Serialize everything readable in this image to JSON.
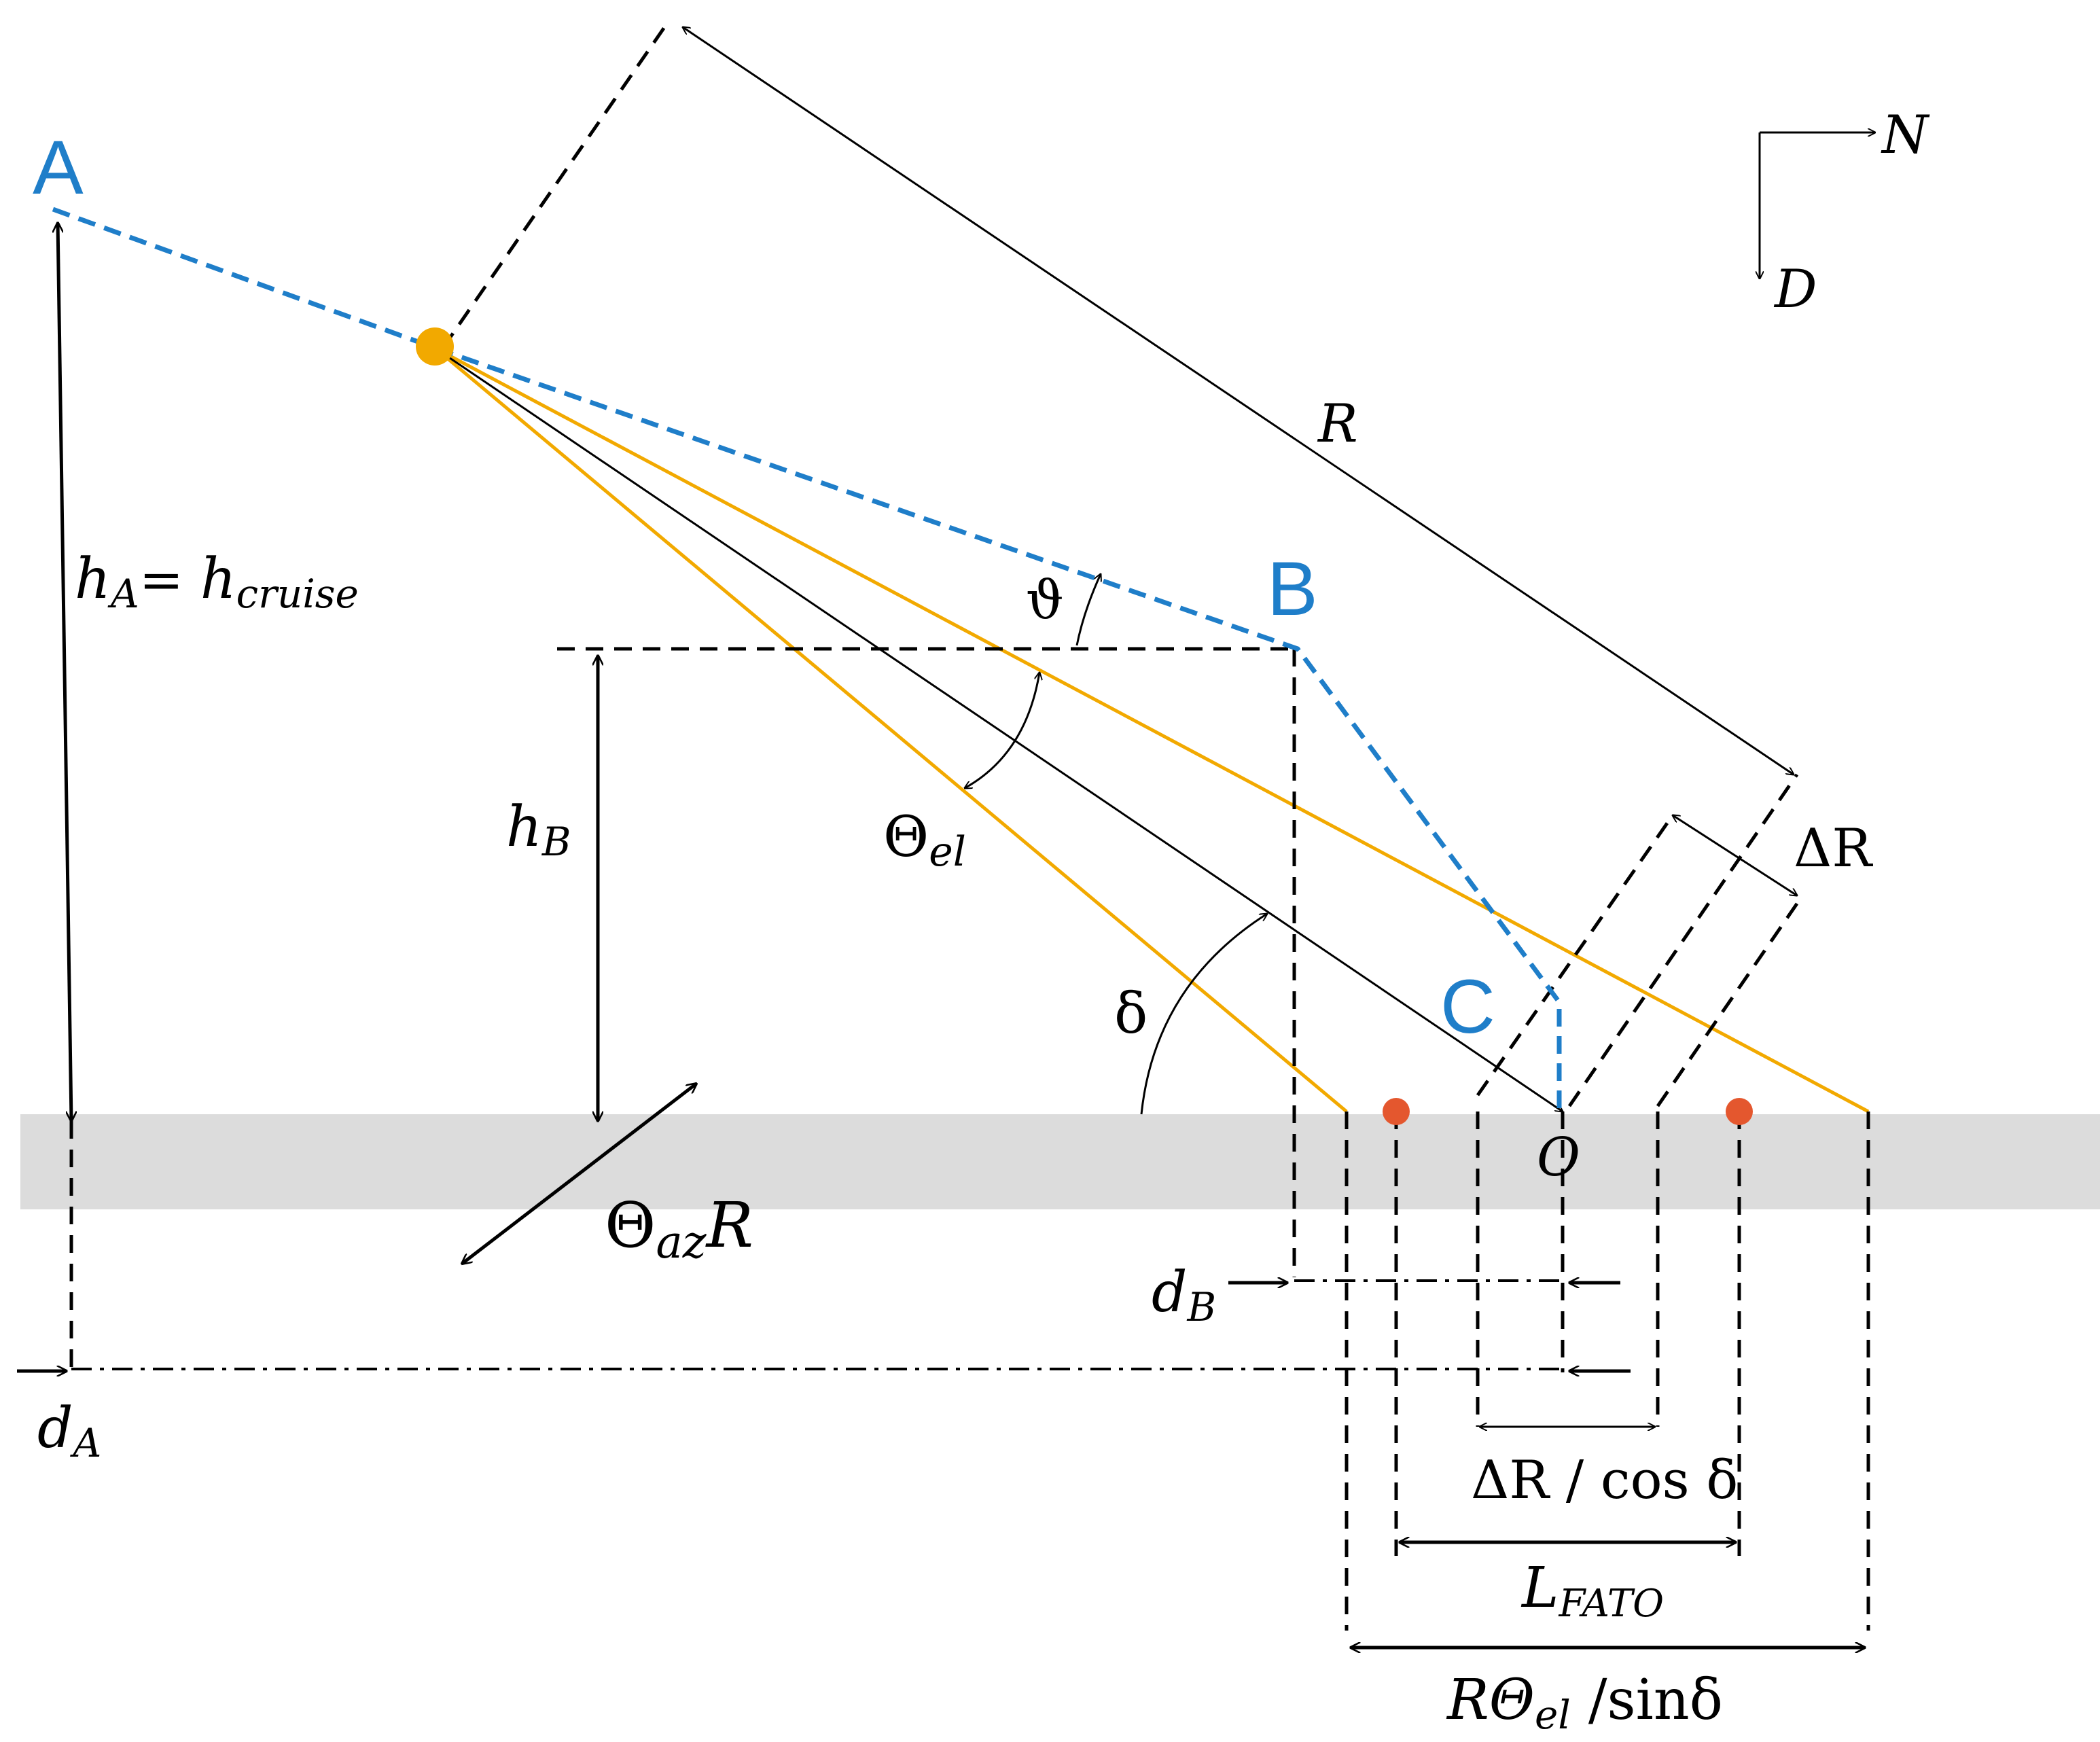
{
  "colors": {
    "path": "#1f7ec9",
    "beam": "#f2a900",
    "vehicle": "#f2a900",
    "endpoint": "#e4572e",
    "ground": "#dcdcdc",
    "ink": "#000000"
  },
  "points": {
    "a": "A",
    "b": "B",
    "c": "C"
  },
  "compass": {
    "north": "N",
    "down": "D"
  },
  "labels": {
    "range": "R",
    "delta_r": "ΔR",
    "theta_small": "ϑ",
    "theta_el": "Θ",
    "theta_el_sub": "el",
    "delta": "δ",
    "h_a": "h",
    "h_a_sub": "A",
    "h_a_eq": "= ",
    "h_cruise": "h",
    "h_cruise_sub": "cruise",
    "h_b": "h",
    "h_b_sub": "B",
    "theta_az": "Θ",
    "theta_az_sub": "az",
    "theta_az_r": "R",
    "origin": "O",
    "d_a": "d",
    "d_a_sub": "A",
    "d_b": "d",
    "d_b_sub": "B",
    "dr_cos": "ΔR / cos δ",
    "l_fato": "L",
    "l_fato_sub": "FATO",
    "footprint_r": "RΘ",
    "footprint_sub": "el",
    "footprint_den": " /sinδ"
  }
}
